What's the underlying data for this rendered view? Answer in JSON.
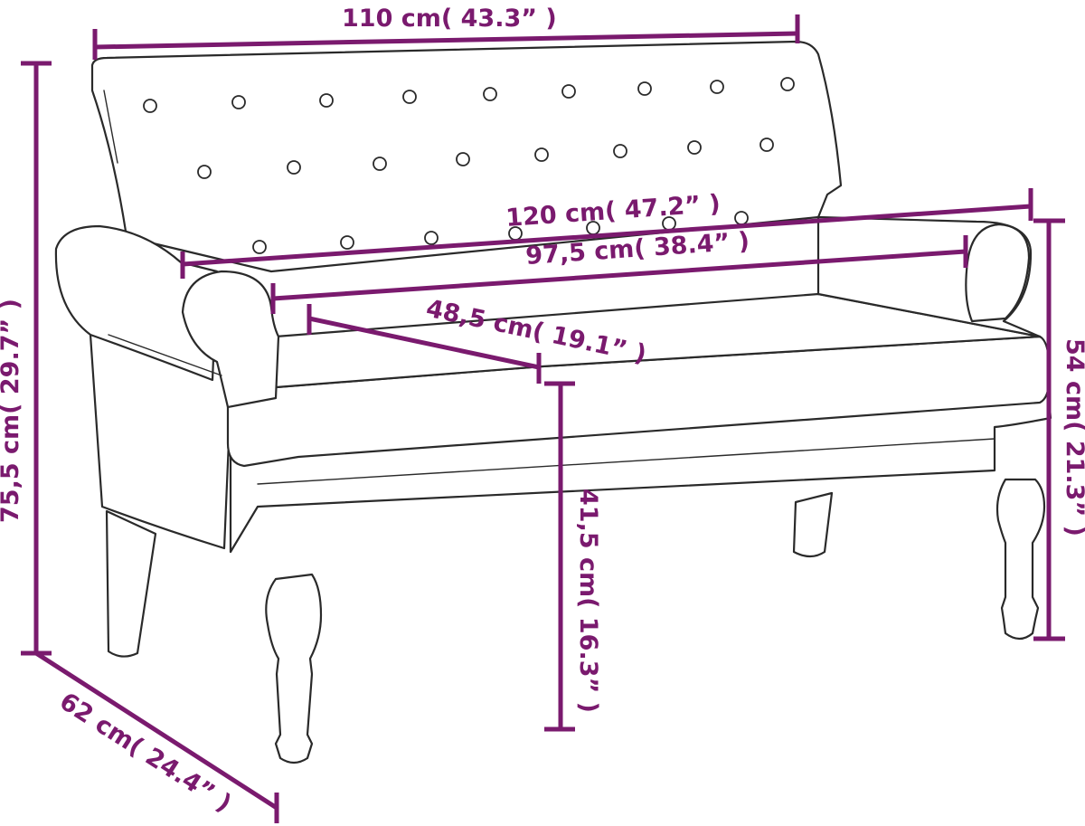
{
  "diagram": {
    "dimensions": {
      "top_width": "110 cm( 43.3” )",
      "total_width": "120 cm( 47.2” )",
      "seat_width": "97,5 cm( 38.4” )",
      "seat_depth": "48,5 cm( 19.1” )",
      "seat_height": "41,5 cm( 16.3” )",
      "armrest_height": "54 cm( 21.3” )",
      "total_height": "75,5 cm( 29.7” )",
      "total_depth": "62 cm( 24.4” )"
    },
    "colors": {
      "dimension_lines": "#7a1a6e",
      "outline": "#2a2a2a"
    }
  }
}
